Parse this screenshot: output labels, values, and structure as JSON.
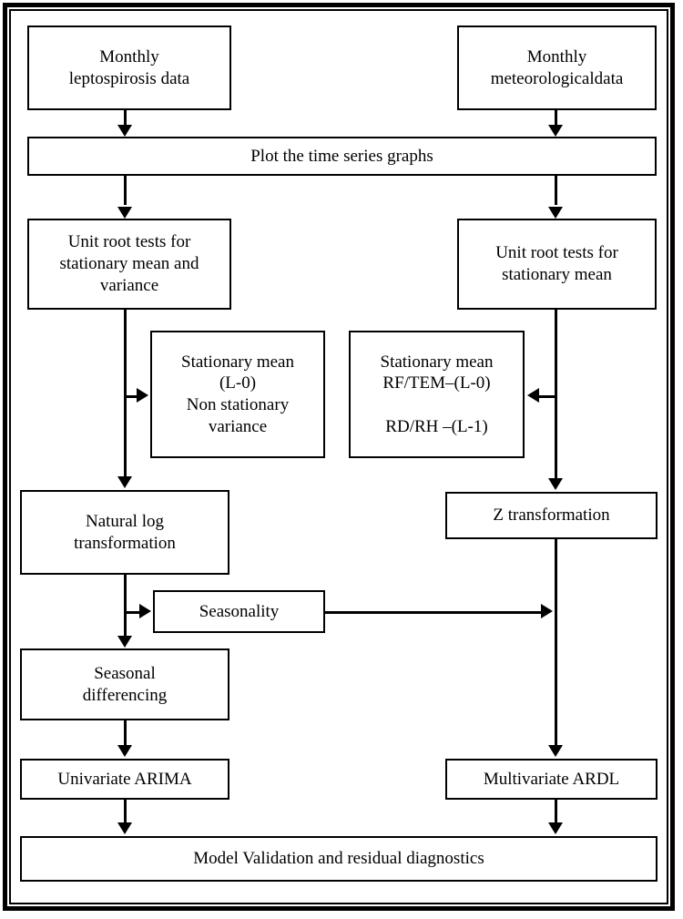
{
  "diagram": {
    "type": "flowchart",
    "title": "Leptospirosis time series modelling workflow",
    "colors": {
      "stroke": "#000000",
      "fill": "#ffffff",
      "text": "#000000"
    },
    "nodes": [
      {
        "id": "monthly-leptospirosis-data",
        "label": "Monthly\nleptospirosis data"
      },
      {
        "id": "monthly-meteorological-data",
        "label": "Monthly\nmeteorologicaldata"
      },
      {
        "id": "plot-time-series-graphs",
        "label": "Plot the time series graphs"
      },
      {
        "id": "unit-root-tests-mean-variance",
        "label": "Unit root tests for\nstationary mean and\nvariance"
      },
      {
        "id": "unit-root-tests-mean",
        "label": "Unit root tests for\nstationary mean"
      },
      {
        "id": "stationary-mean-nonstationary-variance",
        "label": "Stationary mean\n(L-0)\nNon stationary\nvariance"
      },
      {
        "id": "stationary-mean-rf-tem-rd-rh",
        "label": "Stationary mean\nRF/TEM–(L-0)\n\nRD/RH  –(L-1)"
      },
      {
        "id": "natural-log-transformation",
        "label": "Natural log\ntransformation"
      },
      {
        "id": "z-transformation",
        "label": "Z transformation"
      },
      {
        "id": "seasonality",
        "label": "Seasonality"
      },
      {
        "id": "seasonal-differencing",
        "label": "Seasonal\ndifferencing"
      },
      {
        "id": "univariate-arima",
        "label": "Univariate ARIMA"
      },
      {
        "id": "multivariate-ardl",
        "label": "Multivariate ARDL"
      },
      {
        "id": "model-validation",
        "label": "Model Validation and residual diagnostics"
      }
    ],
    "edges": [
      {
        "from": "monthly-leptospirosis-data",
        "to": "plot-time-series-graphs",
        "kind": "arrow-down"
      },
      {
        "from": "monthly-meteorological-data",
        "to": "plot-time-series-graphs",
        "kind": "arrow-down"
      },
      {
        "from": "plot-time-series-graphs",
        "to": "unit-root-tests-mean-variance",
        "kind": "arrow-down"
      },
      {
        "from": "plot-time-series-graphs",
        "to": "unit-root-tests-mean",
        "kind": "arrow-down"
      },
      {
        "from": "unit-root-tests-mean-variance",
        "to": "stationary-mean-nonstationary-variance",
        "kind": "arrow-right"
      },
      {
        "from": "unit-root-tests-mean-variance",
        "to": "natural-log-transformation",
        "kind": "arrow-down"
      },
      {
        "from": "unit-root-tests-mean",
        "to": "stationary-mean-rf-tem-rd-rh",
        "kind": "arrow-left"
      },
      {
        "from": "unit-root-tests-mean",
        "to": "z-transformation",
        "kind": "arrow-down"
      },
      {
        "from": "natural-log-transformation",
        "to": "seasonality",
        "kind": "arrow-right"
      },
      {
        "from": "natural-log-transformation",
        "to": "seasonal-differencing",
        "kind": "arrow-down"
      },
      {
        "from": "seasonality",
        "to": "multivariate-ardl",
        "kind": "arrow-right"
      },
      {
        "from": "seasonal-differencing",
        "to": "univariate-arima",
        "kind": "arrow-down"
      },
      {
        "from": "z-transformation",
        "to": "multivariate-ardl",
        "kind": "arrow-down"
      },
      {
        "from": "univariate-arima",
        "to": "model-validation",
        "kind": "arrow-down"
      },
      {
        "from": "multivariate-ardl",
        "to": "model-validation",
        "kind": "arrow-down"
      }
    ]
  }
}
